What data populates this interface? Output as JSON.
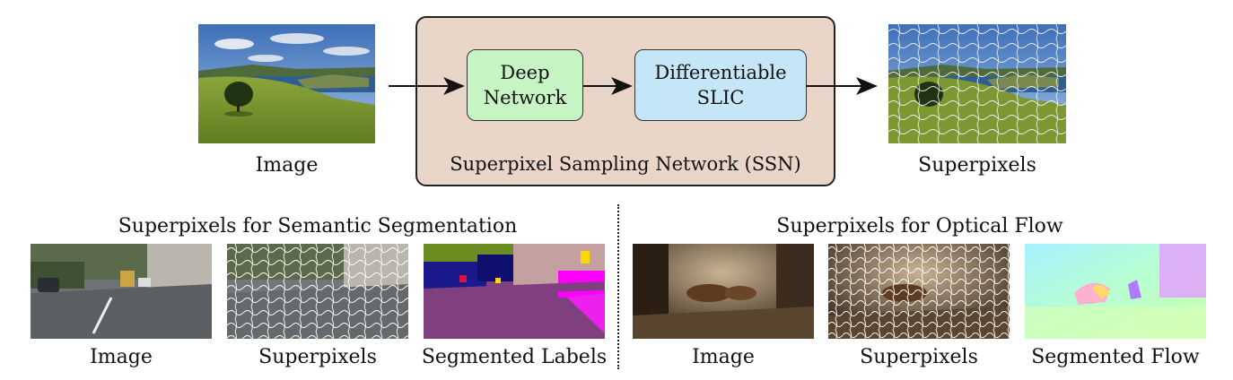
{
  "top": {
    "input_label": "Image",
    "output_label": "Superpixels",
    "ssn": {
      "title": "Superpixel Sampling Network (SSN)",
      "deep_network": {
        "line1": "Deep",
        "line2": "Network"
      },
      "slic": {
        "line1": "Differentiable",
        "line2": "SLIC"
      }
    }
  },
  "bottom_left": {
    "title": "Superpixels for Semantic Segmentation",
    "labels": [
      "Image",
      "Superpixels",
      "Segmented Labels"
    ]
  },
  "bottom_right": {
    "title": "Superpixels for Optical Flow",
    "labels": [
      "Image",
      "Superpixels",
      "Segmented Flow"
    ]
  },
  "colors": {
    "ssn_box": "#ead6c8",
    "deep_network": "#c6f5c3",
    "slic": "#c4e6f7"
  }
}
